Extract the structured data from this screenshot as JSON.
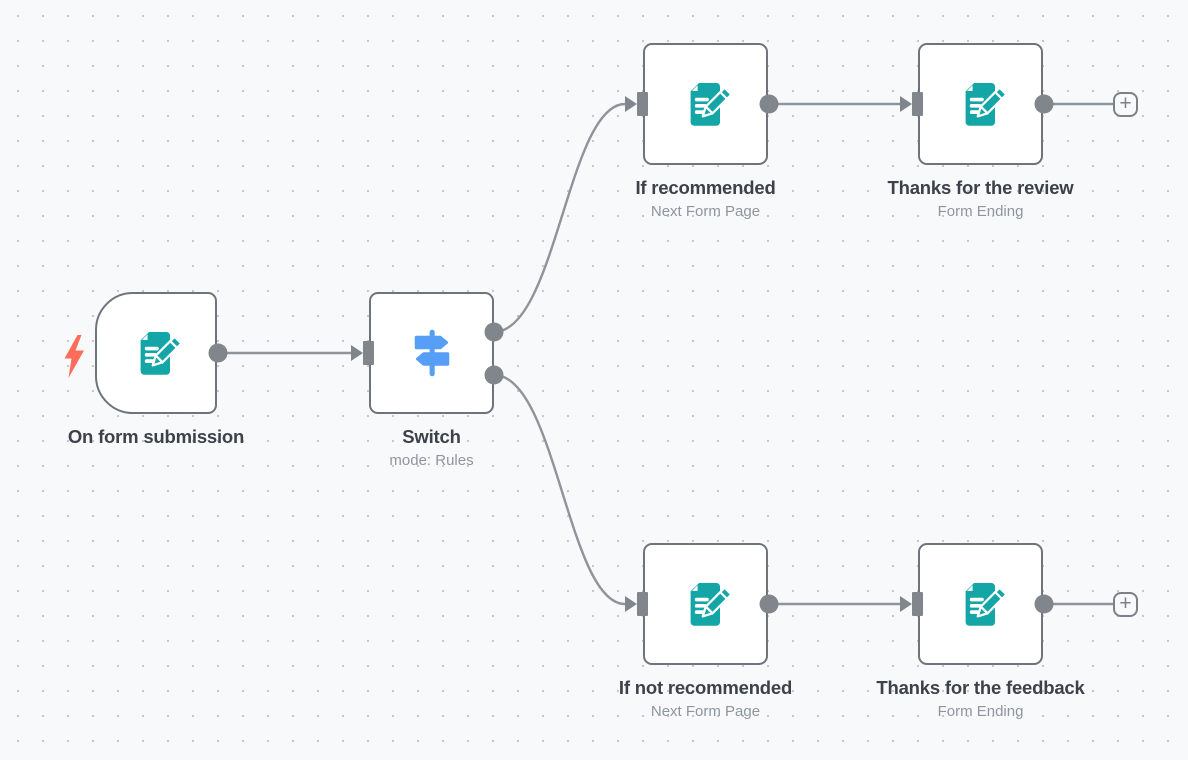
{
  "app": {
    "name": "n8n workflow canvas"
  },
  "colors": {
    "canvas_bg": "#f7f9fb",
    "grid_dot": "#c5c8ce",
    "node_bg": "#ffffff",
    "node_border": "#6f747b",
    "connection_line": "#8f939a",
    "port": "#81858c",
    "label_text": "#3c414a",
    "sublabel_text": "#8f959e",
    "form_icon_teal": "#14a6a6",
    "switch_icon_blue": "#569ef6",
    "trigger_bolt_coral": "#ff6d5a",
    "plus_button": "#7c8087"
  },
  "icons": {
    "plus": "+"
  },
  "nodes": [
    {
      "id": "on-form-submission",
      "label": "On form submission",
      "sublabel": "",
      "icon": "form-pencil-icon",
      "trigger": true
    },
    {
      "id": "switch",
      "label": "Switch",
      "sublabel": "mode: Rules",
      "icon": "signpost-icon",
      "trigger": false
    },
    {
      "id": "if-recommended",
      "label": "If recommended",
      "sublabel": "Next Form Page",
      "icon": "form-pencil-icon",
      "trigger": false
    },
    {
      "id": "thanks-for-the-review",
      "label": "Thanks for the review",
      "sublabel": "Form Ending",
      "icon": "form-pencil-icon",
      "trigger": false
    },
    {
      "id": "if-not-recommended",
      "label": "If not recommended",
      "sublabel": "Next Form Page",
      "icon": "form-pencil-icon",
      "trigger": false
    },
    {
      "id": "thanks-for-the-feedback",
      "label": "Thanks for the feedback",
      "sublabel": "Form Ending",
      "icon": "form-pencil-icon",
      "trigger": false
    }
  ],
  "connections": [
    {
      "from": "On form submission",
      "to": "Switch"
    },
    {
      "from": "Switch (output 1)",
      "to": "If recommended"
    },
    {
      "from": "Switch (output 2)",
      "to": "If not recommended"
    },
    {
      "from": "If recommended",
      "to": "Thanks for the review"
    },
    {
      "from": "Thanks for the review",
      "to": "add-node-button-top"
    },
    {
      "from": "If not recommended",
      "to": "Thanks for the feedback"
    },
    {
      "from": "Thanks for the feedback",
      "to": "add-node-button-bottom"
    }
  ]
}
